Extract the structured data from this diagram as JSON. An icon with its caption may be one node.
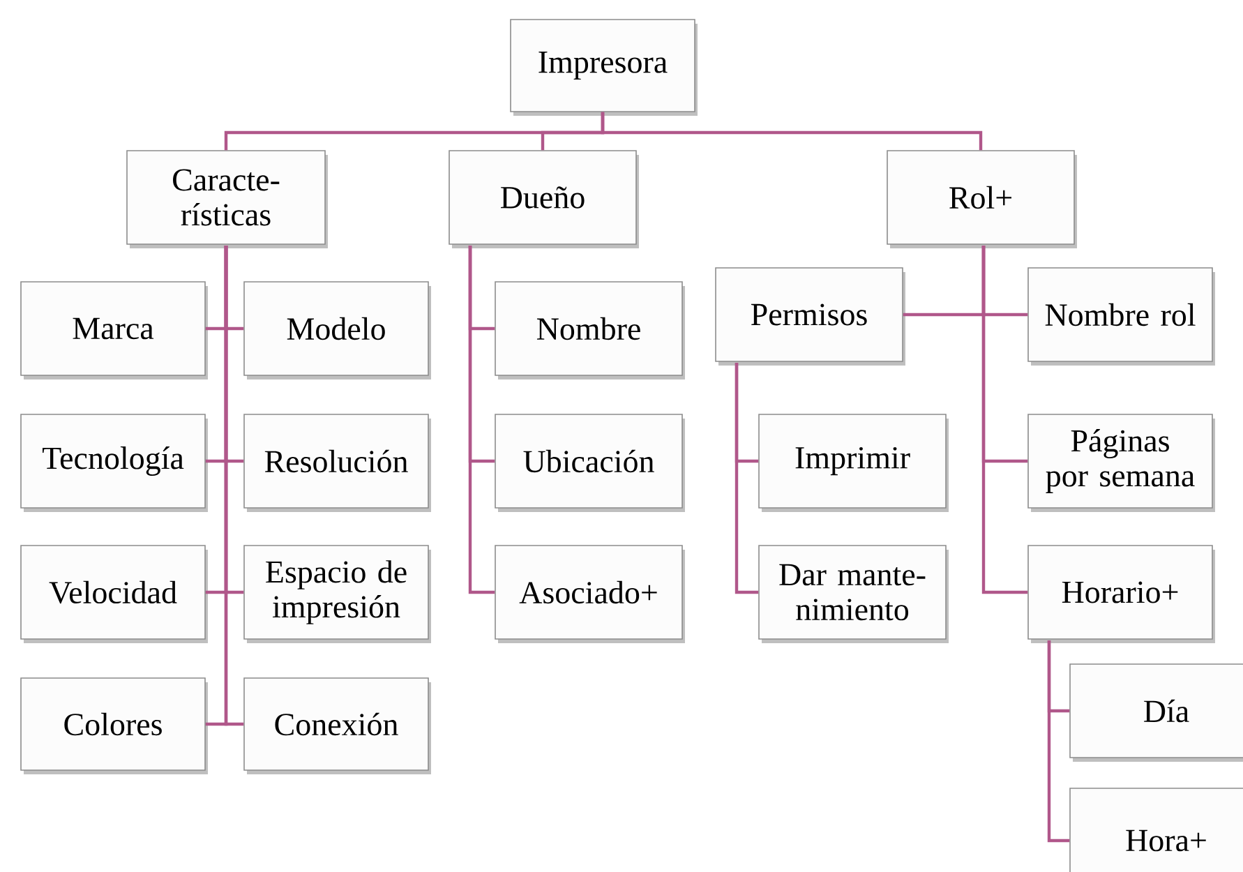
{
  "diagram": {
    "nodes": [
      {
        "text": [
          "Impresora"
        ]
      },
      {
        "text": [
          "Caracte-rísticas"
        ]
      },
      {
        "text": [
          "Dueño"
        ]
      },
      {
        "text": [
          "Rol+"
        ]
      },
      {
        "text": [
          "Marca"
        ]
      },
      {
        "text": [
          "Modelo"
        ]
      },
      {
        "text": [
          "Tecnología"
        ]
      },
      {
        "text": [
          "Resolución"
        ]
      },
      {
        "text": [
          "Velocidad"
        ]
      },
      {
        "text": [
          "Espacio de impresión"
        ]
      },
      {
        "text": [
          "Colores"
        ]
      },
      {
        "text": [
          "Conexión"
        ]
      },
      {
        "text": [
          "Nombre"
        ]
      },
      {
        "text": [
          "Ubicación"
        ]
      },
      {
        "text": [
          "Asociado+"
        ]
      },
      {
        "text": [
          "Permisos"
        ]
      },
      {
        "text": [
          "Imprimir"
        ]
      },
      {
        "text": [
          "Dar mante-nimiento"
        ]
      },
      {
        "text": [
          "Nombre rol"
        ]
      },
      {
        "text": [
          "Páginas por semana"
        ]
      },
      {
        "text": [
          "Horario+"
        ]
      },
      {
        "text": [
          "Día"
        ]
      },
      {
        "text": [
          "Hora+"
        ]
      }
    ],
    "edges": [
      {
        "from": 0,
        "to": 1,
        "arrow": "none"
      },
      {
        "from": 0,
        "to": 2,
        "arrow": "none"
      },
      {
        "from": 0,
        "to": 3,
        "arrow": "none"
      },
      {
        "from": 1,
        "to": 4,
        "arrow": "none"
      },
      {
        "from": 1,
        "to": 5,
        "arrow": "none"
      },
      {
        "from": 1,
        "to": 6,
        "arrow": "none"
      },
      {
        "from": 1,
        "to": 7,
        "arrow": "none"
      },
      {
        "from": 1,
        "to": 8,
        "arrow": "none"
      },
      {
        "from": 1,
        "to": 9,
        "arrow": "none"
      },
      {
        "from": 1,
        "to": 10,
        "arrow": "none"
      },
      {
        "from": 1,
        "to": 11,
        "arrow": "none"
      },
      {
        "from": 2,
        "to": 12,
        "arrow": "none"
      },
      {
        "from": 2,
        "to": 13,
        "arrow": "none"
      },
      {
        "from": 2,
        "to": 14,
        "arrow": "none"
      },
      {
        "from": 3,
        "to": 15,
        "arrow": "none"
      },
      {
        "from": 3,
        "to": 18,
        "arrow": "none"
      },
      {
        "from": 3,
        "to": 19,
        "arrow": "none"
      },
      {
        "from": 3,
        "to": 20,
        "arrow": "none"
      },
      {
        "from": 15,
        "to": 16,
        "arrow": "none"
      },
      {
        "from": 15,
        "to": 17,
        "arrow": "none"
      },
      {
        "from": 20,
        "to": 21,
        "arrow": "none"
      },
      {
        "from": 20,
        "to": 22,
        "arrow": "none"
      }
    ]
  }
}
